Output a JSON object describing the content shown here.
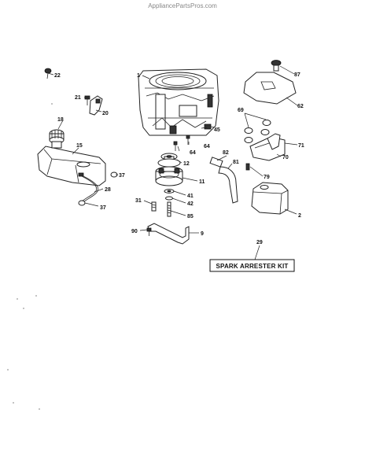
{
  "header": {
    "watermark": "AppliancePartsPros.com"
  },
  "kit_label": "SPARK ARRESTER KIT",
  "callouts": {
    "c1": "1",
    "c2": "2",
    "c9": "9",
    "c11": "11",
    "c12": "12",
    "c15": "15",
    "c18": "18",
    "c20": "20",
    "c21": "21",
    "c22": "22",
    "c28": "28",
    "c29": "29",
    "c31": "31",
    "c37a": "37",
    "c37b": "37",
    "c41": "41",
    "c42": "42",
    "c45": "45",
    "c62": "62",
    "c64a": "64",
    "c64b": "64",
    "c69": "69",
    "c70": "70",
    "c71": "71",
    "c79": "79",
    "c81": "81",
    "c82": "82",
    "c85": "85",
    "c87": "87",
    "c90": "90"
  }
}
